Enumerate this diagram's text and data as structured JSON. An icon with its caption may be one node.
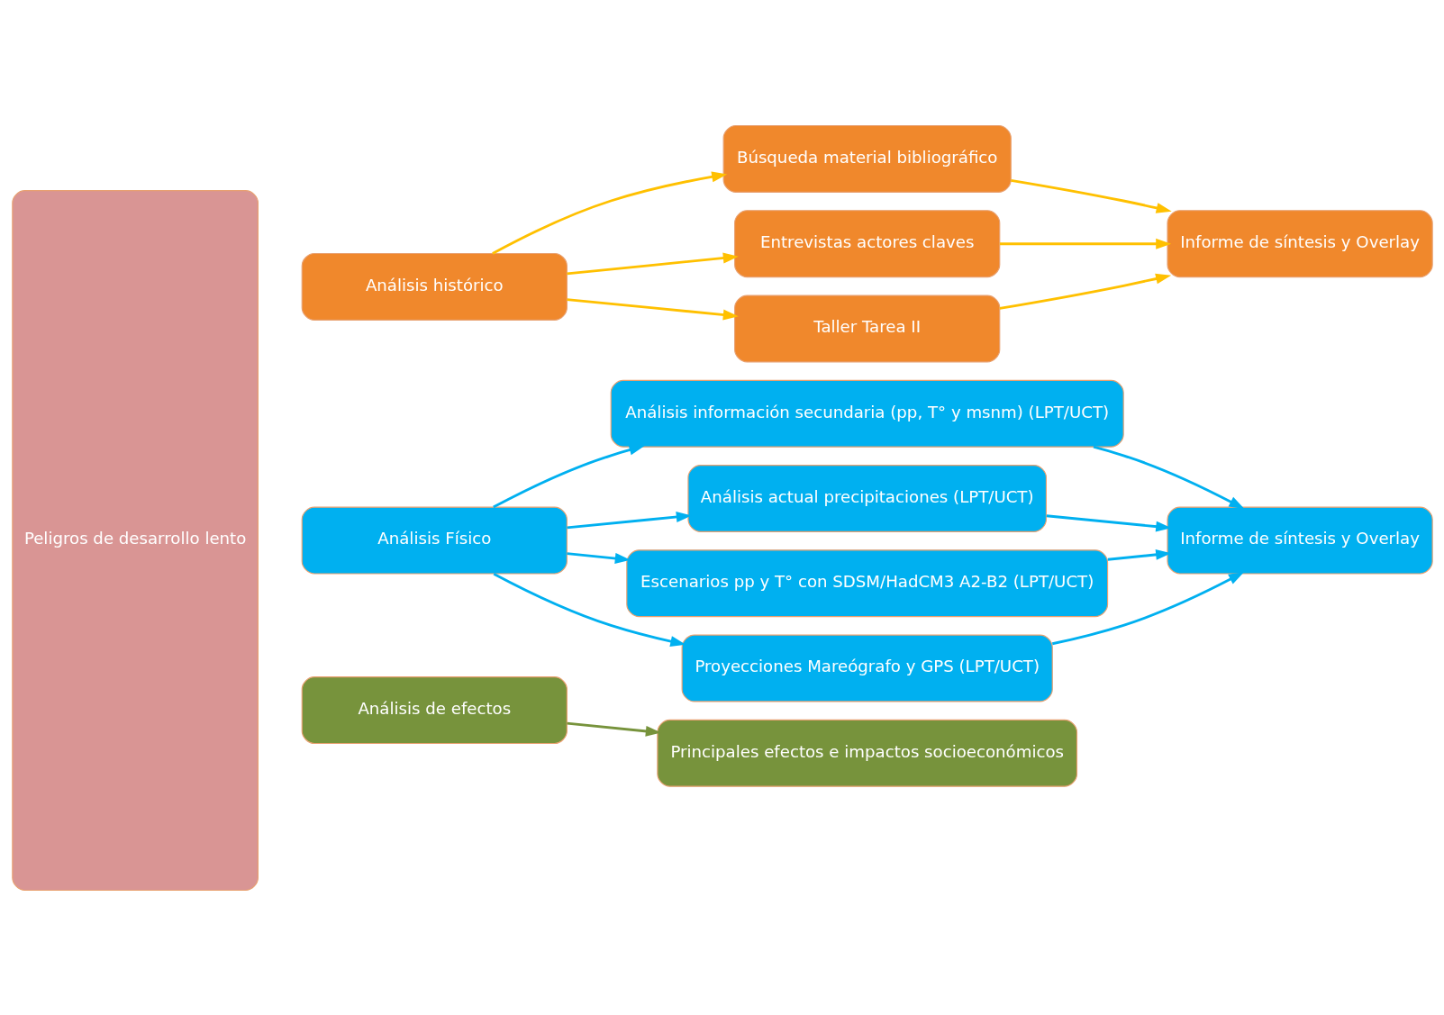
{
  "diagram": {
    "nodes": [
      {
        "text": [
          "Peligros de desarrollo lento"
        ]
      },
      {
        "text": [
          "Análisis histórico"
        ]
      },
      {
        "text": [
          "Búsqueda material bibliográfico"
        ]
      },
      {
        "text": [
          "Entrevistas actores claves"
        ]
      },
      {
        "text": [
          "Taller Tarea II"
        ]
      },
      {
        "text": [
          "Informe de síntesis y Overlay"
        ]
      },
      {
        "text": [
          "Análisis Físico"
        ]
      },
      {
        "text": [
          "Análisis información secundaria (pp, T° y msnm) (LPT/UCT)"
        ]
      },
      {
        "text": [
          "Análisis actual precipitaciones (LPT/UCT)"
        ]
      },
      {
        "text": [
          "Escenarios pp y T° con SDSM/HadCM3 A2-B2 (LPT/UCT)"
        ]
      },
      {
        "text": [
          "Proyecciones Mareógrafo y GPS (LPT/UCT)"
        ]
      },
      {
        "text": [
          "Informe de síntesis y Overlay"
        ]
      },
      {
        "text": [
          "Análisis de efectos"
        ]
      },
      {
        "text": [
          "Principales efectos e impactos socioeconómicos"
        ]
      }
    ],
    "edges": [
      {
        "from": 1,
        "to": 2,
        "arrow": "to",
        "color": "#ffc000"
      },
      {
        "from": 1,
        "to": 3,
        "arrow": "to",
        "color": "#ffc000"
      },
      {
        "from": 1,
        "to": 4,
        "arrow": "to",
        "color": "#ffc000"
      },
      {
        "from": 2,
        "to": 5,
        "arrow": "to",
        "color": "#ffc000"
      },
      {
        "from": 3,
        "to": 5,
        "arrow": "to",
        "color": "#ffc000"
      },
      {
        "from": 4,
        "to": 5,
        "arrow": "to",
        "color": "#ffc000"
      },
      {
        "from": 6,
        "to": 7,
        "arrow": "to"
      },
      {
        "from": 6,
        "to": 8,
        "arrow": "to"
      },
      {
        "from": 6,
        "to": 9,
        "arrow": "to"
      },
      {
        "from": 6,
        "to": 10,
        "arrow": "to"
      },
      {
        "from": 7,
        "to": 11,
        "arrow": "to"
      },
      {
        "from": 8,
        "to": 11,
        "arrow": "to"
      },
      {
        "from": 9,
        "to": 11,
        "arrow": "to"
      },
      {
        "from": 10,
        "to": 11,
        "arrow": "to"
      },
      {
        "from": 12,
        "to": 13,
        "arrow": "to",
        "color": "#77933c"
      }
    ]
  }
}
